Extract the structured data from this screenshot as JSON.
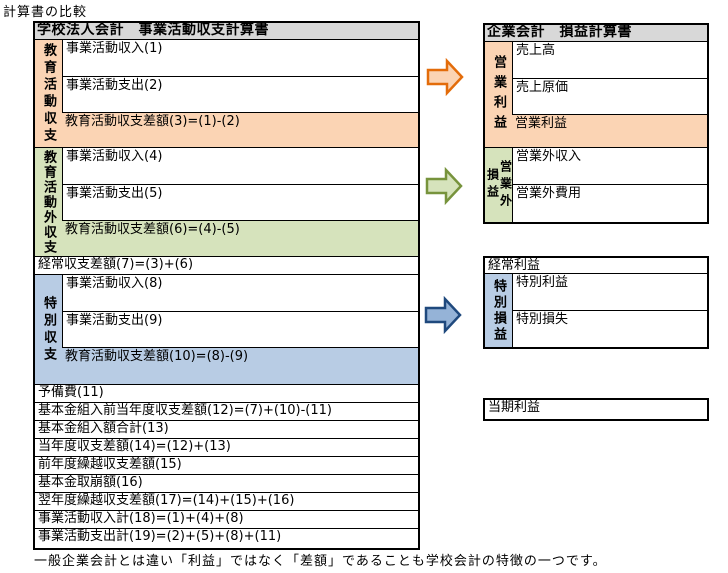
{
  "title": "計算書の比較",
  "note": "一般企業会計とは違い「利益」ではなく「差額」であることも学校会計の特徴の一つです。",
  "school": {
    "header": "学校法人会計　事業活動収支計算書",
    "education": {
      "label": "教育活動収支",
      "income": "事業活動収入(1)",
      "expense": "事業活動支出(2)",
      "total": "教育活動収支差額(3)=(1)-(2)"
    },
    "education_external": {
      "label": "教育活動外収支",
      "income": "事業活動収入(4)",
      "expense": "事業活動支出(5)",
      "total": "教育活動収支差額(6)=(4)-(5)"
    },
    "ordinary": "経常収支差額(7)=(3)+(6)",
    "special": {
      "label": "特別収支",
      "income": "事業活動収入(8)",
      "expense": "事業活動支出(9)",
      "total": "教育活動収支差額(10)=(8)-(9)"
    },
    "bottom_rows": [
      "予備費(11)",
      "基本金組入前当年度収支差額(12)=(7)+(10)-(11)",
      "基本金組入額合計(13)",
      "当年度収支差額(14)=(12)+(13)",
      "前年度繰越収支差額(15)",
      "基本金取崩額(16)",
      "翌年度繰越収支差額(17)=(14)+(15)+(16)",
      "事業活動収入計(18)=(1)+(4)+(8)",
      "事業活動支出計(19)=(2)+(5)+(8)+(11)"
    ]
  },
  "corporate": {
    "header": "企業会計　損益計算書",
    "operating": {
      "label": "営業利益",
      "sales": "売上高",
      "cost": "売上原価",
      "total": "営業利益"
    },
    "non_operating": {
      "label": "営業外損益",
      "income": "営業外収入",
      "expense": "営業外費用"
    },
    "ordinary": "経常利益",
    "special": {
      "label": "特別損益",
      "gain": "特別利益",
      "loss": "特別損失"
    },
    "net_income": "当期利益"
  },
  "colors": {
    "section_orange": "#FBD4B4",
    "section_green": "#D6E3BC",
    "section_blue": "#B8CCE4",
    "header_gray": "#D8D8D8",
    "arrow_orange_fill": "#FBD4B4",
    "arrow_orange_border": "#E36C0A",
    "arrow_green_fill": "#D6E3BC",
    "arrow_green_border": "#77933C",
    "arrow_blue_fill": "#95B3D7",
    "arrow_blue_border": "#1F497D"
  }
}
